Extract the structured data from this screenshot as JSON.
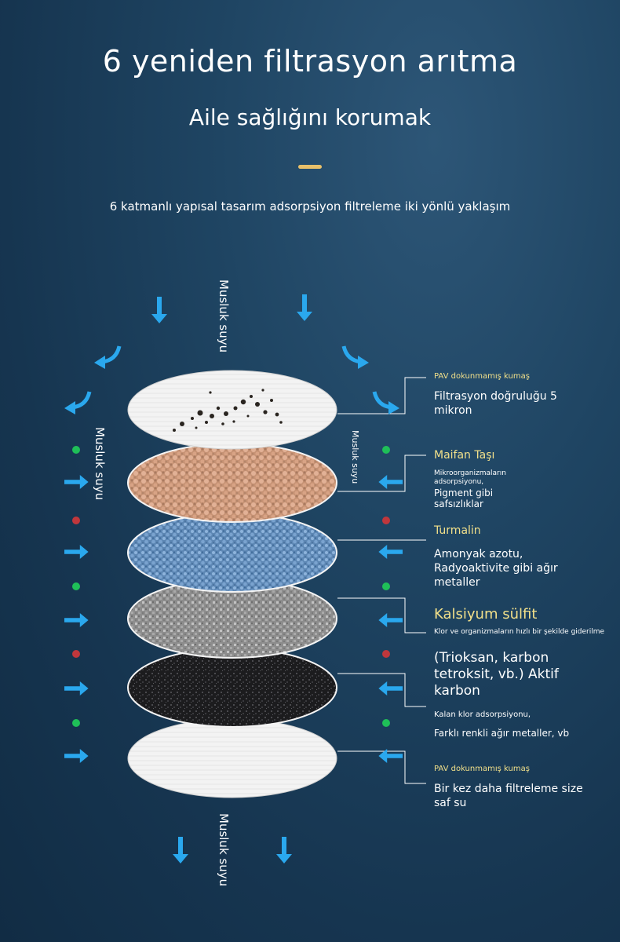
{
  "header": {
    "title": "6 yeniden filtrasyon arıtma",
    "subtitle": "Aile sağlığını korumak",
    "tagline": "6 katmanlı yapısal tasarım adsorpsiyon filtreleme iki yönlü yaklaşım"
  },
  "flow_labels": {
    "top": "Musluk suyu",
    "left": "Musluk suyu",
    "inner": "Musluk suyu",
    "bottom": "Musluk suyu"
  },
  "layers": [
    {
      "title": "PAV dokunmamış kumaş",
      "lines": [
        "Filtrasyon doğruluğu 5 mikron"
      ]
    },
    {
      "title": "Maifan Taşı",
      "small": "Mikroorganizmaların adsorpsiyonu,",
      "lines": [
        "Pigment gibi safsızlıklar"
      ]
    },
    {
      "title": "Turmalin",
      "lines": [
        "Amonyak azotu,",
        "Radyoaktivite gibi ağır metaller"
      ]
    },
    {
      "title": "Kalsiyum sülfit",
      "small": "Klor ve organizmaların hızlı bir şekilde giderilme",
      "lines": [
        "(Trioksan, karbon tetroksit, vb.) Aktif karbon"
      ]
    },
    {
      "small": "Kalan klor adsorpsiyonu,",
      "lines": [
        "Farklı renkli ağır metaller, vb"
      ]
    },
    {
      "title": "PAV dokunmamış kumaş",
      "lines": [
        "Bir kez daha filtreleme size saf su"
      ]
    }
  ],
  "colors": {
    "background": "#1c3f5c",
    "accent": "#e8c06a",
    "annotation_title": "#f2e08a",
    "arrow": "#2aa8ee",
    "dot_green": "#1fbf58",
    "dot_red": "#c0373c"
  },
  "icons": [
    "down-arrow-icon",
    "curved-arrow-icon",
    "right-arrow-icon",
    "left-arrow-icon",
    "status-dot-icon"
  ]
}
